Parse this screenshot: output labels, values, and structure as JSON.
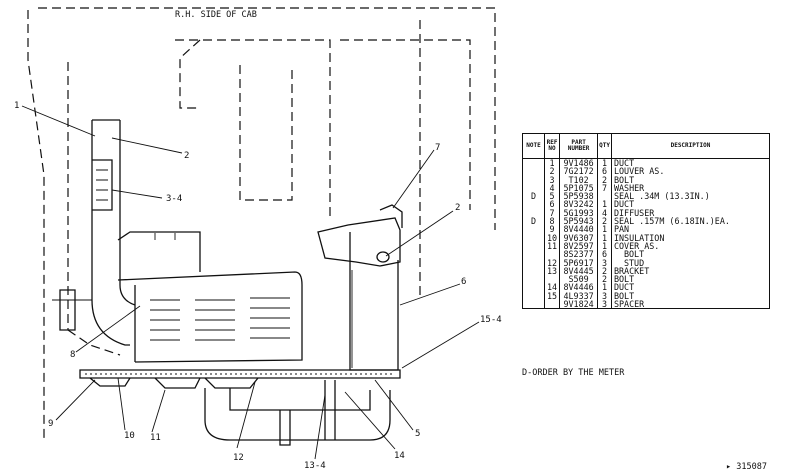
{
  "header_label": "R.H. SIDE OF CAB",
  "callouts": [
    "1",
    "2",
    "3-4",
    "8",
    "9",
    "10",
    "11",
    "12",
    "13-4",
    "14",
    "5",
    "15-4",
    "6",
    "2",
    "7"
  ],
  "table": {
    "headers": [
      "NOTE",
      "REF NO",
      "PART NUMBER",
      "QTY",
      "DESCRIPTION"
    ],
    "rows": [
      {
        "note": "",
        "ref": "1",
        "part": "9V1486",
        "qty": "1",
        "desc": "DUCT",
        "sub": false
      },
      {
        "note": "",
        "ref": "2",
        "part": "7G2172",
        "qty": "6",
        "desc": "LOUVER AS.",
        "sub": false
      },
      {
        "note": "",
        "ref": "3",
        "part": "T102",
        "qty": "2",
        "desc": "BOLT",
        "sub": false
      },
      {
        "note": "",
        "ref": "4",
        "part": "5P1075",
        "qty": "7",
        "desc": "WASHER",
        "sub": false
      },
      {
        "note": "D",
        "ref": "5",
        "part": "5P5938",
        "qty": "",
        "desc": "SEAL .34M (13.3IN.)",
        "sub": false
      },
      {
        "note": "",
        "ref": "6",
        "part": "8V3242",
        "qty": "1",
        "desc": "DUCT",
        "sub": false
      },
      {
        "note": "",
        "ref": "7",
        "part": "5G1993",
        "qty": "4",
        "desc": "DIFFUSER",
        "sub": false
      },
      {
        "note": "D",
        "ref": "8",
        "part": "5P5943",
        "qty": "2",
        "desc": "SEAL .157M (6.18IN.)EA.",
        "sub": false
      },
      {
        "note": "",
        "ref": "9",
        "part": "8V4440",
        "qty": "1",
        "desc": "PAN",
        "sub": false
      },
      {
        "note": "",
        "ref": "10",
        "part": "9V6307",
        "qty": "1",
        "desc": "INSULATION",
        "sub": false
      },
      {
        "note": "",
        "ref": "11",
        "part": "8V2597",
        "qty": "1",
        "desc": "COVER AS.",
        "sub": false
      },
      {
        "note": "",
        "ref": "",
        "part": "8S2377",
        "qty": "6",
        "desc": "BOLT",
        "sub": true
      },
      {
        "note": "",
        "ref": "12",
        "part": "5P6917",
        "qty": "3",
        "desc": "STUD",
        "sub": true
      },
      {
        "note": "",
        "ref": "13",
        "part": "8V4445",
        "qty": "2",
        "desc": "BRACKET",
        "sub": false
      },
      {
        "note": "",
        "ref": "",
        "part": "S509",
        "qty": "2",
        "desc": "BOLT",
        "sub": false
      },
      {
        "note": "",
        "ref": "14",
        "part": "8V4446",
        "qty": "1",
        "desc": "DUCT",
        "sub": false
      },
      {
        "note": "",
        "ref": "15",
        "part": "4L9337",
        "qty": "3",
        "desc": "BOLT",
        "sub": false
      },
      {
        "note": "",
        "ref": "",
        "part": "9V1824",
        "qty": "3",
        "desc": "SPACER",
        "sub": false
      }
    ]
  },
  "footnote": "D-ORDER BY THE METER",
  "drawing_number": "▸ 315087"
}
